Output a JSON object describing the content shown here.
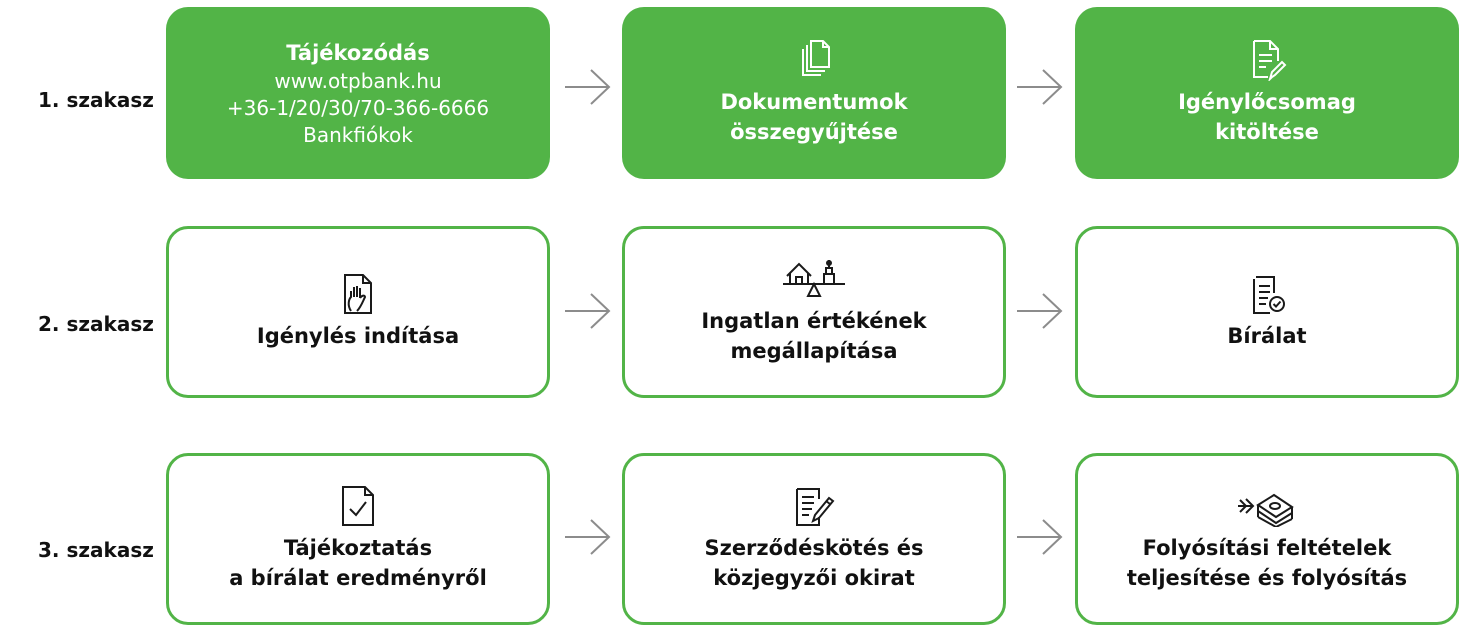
{
  "stages": [
    {
      "label": "1. szakasz"
    },
    {
      "label": "2. szakasz"
    },
    {
      "label": "3. szakasz"
    }
  ],
  "row1": {
    "box1": {
      "title": "Tájékozódás",
      "lines": [
        "www.otpbank.hu",
        "+36-1/20/30/70-366-6666",
        "Bankfiókok"
      ]
    },
    "box2": {
      "icon": "documents-icon",
      "lines": [
        "Dokumentumok",
        "összegyűjtése"
      ]
    },
    "box3": {
      "icon": "form-edit-icon",
      "lines": [
        "Igénylőcsomag",
        "kitöltése"
      ]
    }
  },
  "row2": {
    "box1": {
      "icon": "document-hand-icon",
      "lines": [
        "Igénylés indítása"
      ]
    },
    "box2": {
      "icon": "house-scale-icon",
      "lines": [
        "Ingatlan értékének",
        "megállapítása"
      ]
    },
    "box3": {
      "icon": "document-check-icon",
      "lines": [
        "Bírálat"
      ]
    }
  },
  "row3": {
    "box1": {
      "icon": "checkbox-document-icon",
      "lines": [
        "Tájékoztatás",
        "a bírálat eredményről"
      ]
    },
    "box2": {
      "icon": "contract-sign-icon",
      "lines": [
        "Szerződéskötés és",
        "közjegyzői okirat"
      ]
    },
    "box3": {
      "icon": "money-transfer-icon",
      "lines": [
        "Folyósítási feltételek",
        "teljesítése és folyósítás"
      ]
    }
  },
  "colors": {
    "accent": "#52b447",
    "arrow": "#8c8c8c"
  }
}
